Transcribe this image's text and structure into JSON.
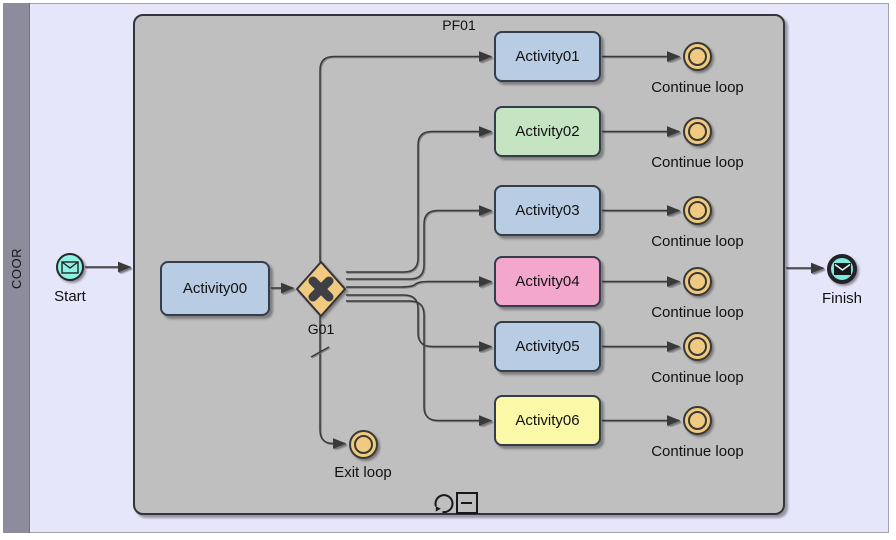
{
  "lane": {
    "label": "COOR"
  },
  "subprocess": {
    "label": "PF01"
  },
  "start_event": {
    "label": "Start"
  },
  "finish_event": {
    "label": "Finish"
  },
  "entry_activity": {
    "label": "Activity00"
  },
  "gateway": {
    "label": "G01"
  },
  "exit_event": {
    "label": "Exit loop"
  },
  "branches": [
    {
      "activity": "Activity01",
      "color": "#b8cce4",
      "end_label": "Continue loop"
    },
    {
      "activity": "Activity02",
      "color": "#c5e5c2",
      "end_label": "Continue loop"
    },
    {
      "activity": "Activity03",
      "color": "#b8cce4",
      "end_label": "Continue loop"
    },
    {
      "activity": "Activity04",
      "color": "#f3a7cd",
      "end_label": "Continue loop"
    },
    {
      "activity": "Activity05",
      "color": "#b8cce4",
      "end_label": "Continue loop"
    },
    {
      "activity": "Activity06",
      "color": "#fbf8a8",
      "end_label": "Continue loop"
    }
  ],
  "colors": {
    "lane_bg": "#e6e6fa",
    "lane_header": "#8c8c9c",
    "subprocess_bg": "#bfbfbf",
    "entry_activity": "#b8cce4",
    "event_gold": "#f0ca80",
    "start_teal": "#8ff1e1",
    "finish_teal": "#7deada",
    "gateway_gold": "#f0ca80",
    "connector": "#3a3a3a"
  }
}
